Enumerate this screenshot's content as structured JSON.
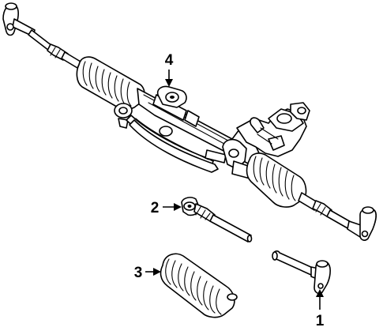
{
  "diagram": {
    "callouts": [
      {
        "id": "1",
        "label": "1"
      },
      {
        "id": "2",
        "label": "2"
      },
      {
        "id": "3",
        "label": "3"
      },
      {
        "id": "4",
        "label": "4"
      }
    ],
    "colors": {
      "line": "#000000",
      "fill": "#ffffff"
    }
  }
}
